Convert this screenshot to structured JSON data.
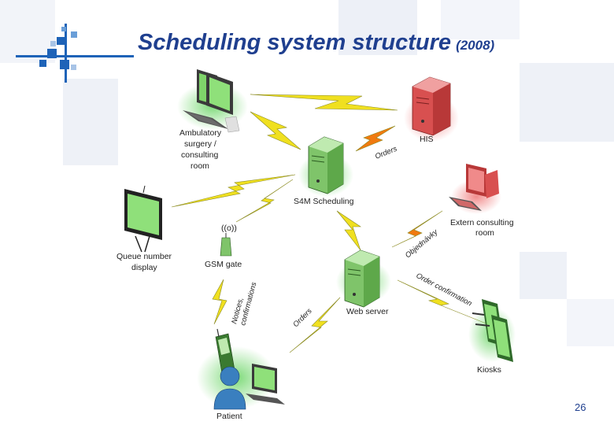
{
  "slide": {
    "title": "Scheduling system structure",
    "title_year": "(2008)",
    "page_number": "26"
  },
  "nodes": {
    "ambulatory": [
      "Ambulatory",
      "surgery /",
      "consulting",
      "room"
    ],
    "his": "HIS",
    "s4m": "S4M Scheduling",
    "extern": [
      "Extern consulting",
      "room"
    ],
    "queue": [
      "Queue number",
      "display"
    ],
    "gsm_icon_text": "((o))",
    "gsm": "GSM gate",
    "web": "Web server",
    "kiosks": "Kiosks",
    "patient": "Patient"
  },
  "link_labels": {
    "orders_his": "Orders",
    "obj": "Objednávky",
    "order_conf": "Order confirmation",
    "notices": [
      "Notices,",
      "confirmations"
    ],
    "orders_patient": "Orders"
  },
  "colors": {
    "title": "#1f3f8f",
    "green_node": "#7fc46a",
    "red_node": "#e06060",
    "bolt_yellow": "#f0e020",
    "bolt_orange": "#f07a10",
    "deco_blue": "#1e63b8"
  }
}
